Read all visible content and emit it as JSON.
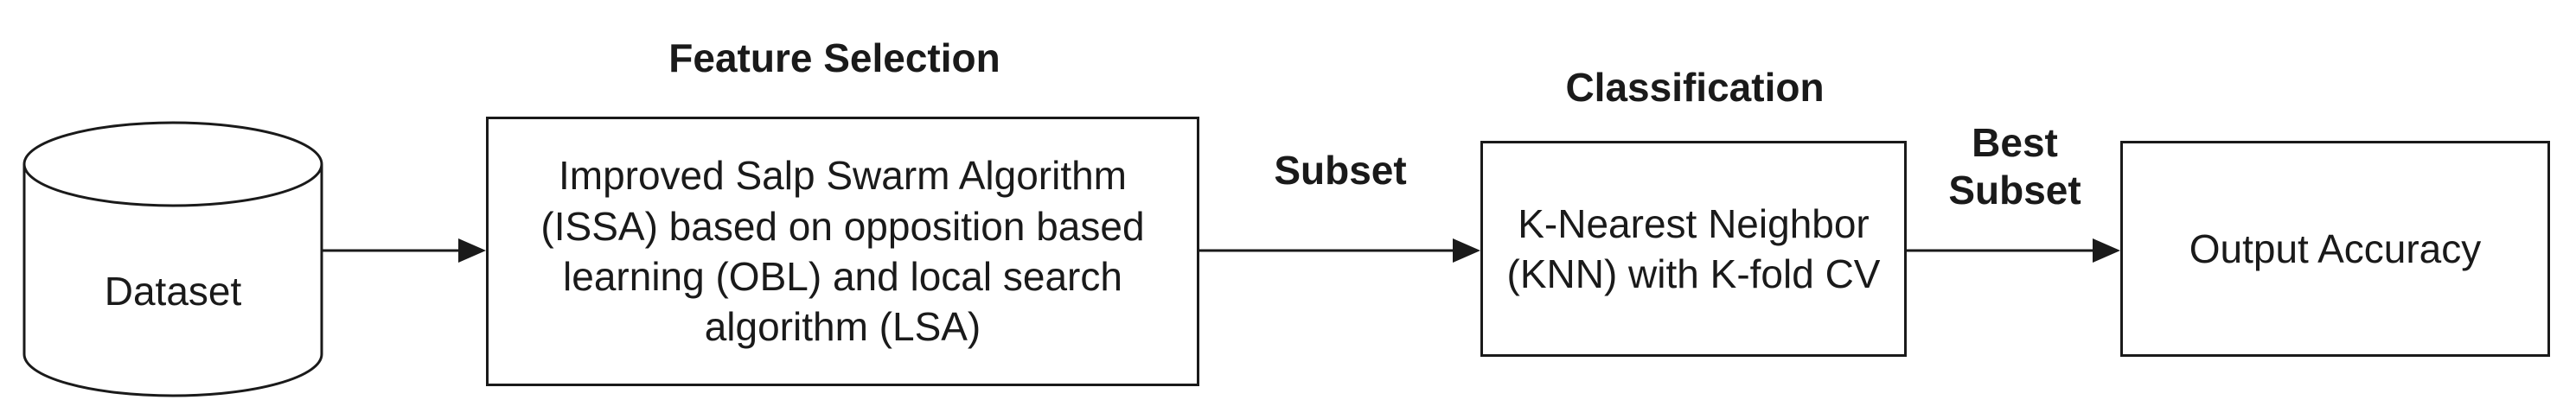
{
  "dataset": {
    "label": "Dataset"
  },
  "feature_selection": {
    "heading": "Feature Selection",
    "description": "Improved Salp Swarm Algorithm\n(ISSA) based on opposition based\nlearning (OBL) and local search\nalgorithm (LSA)"
  },
  "edge_subset": {
    "label": "Subset"
  },
  "classification": {
    "heading": "Classification",
    "description": "K-Nearest Neighbor\n(KNN) with K-fold CV"
  },
  "edge_best_subset": {
    "label": "Best\nSubset"
  },
  "output": {
    "label": "Output Accuracy"
  },
  "colors": {
    "stroke": "#1a1a1a",
    "background": "#ffffff"
  }
}
